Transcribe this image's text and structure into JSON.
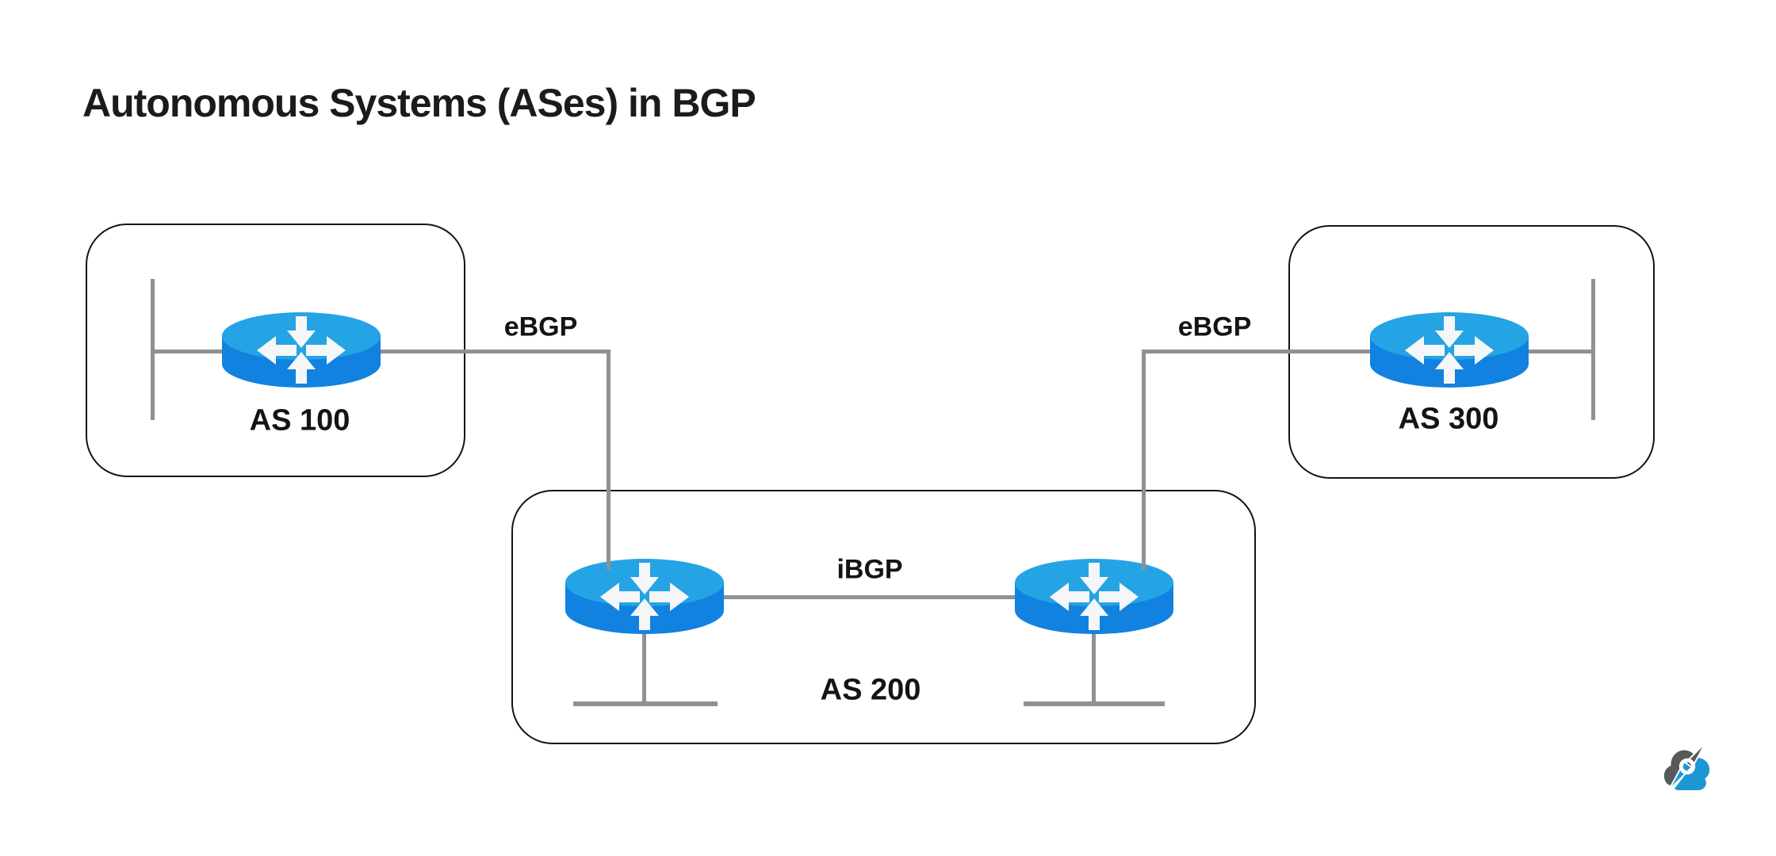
{
  "title": "Autonomous Systems (ASes) in BGP",
  "diagram": {
    "type": "network-topology",
    "labels": {
      "as100": "AS 100",
      "as200": "AS 200",
      "as300": "AS 300",
      "ebgp_left": "eBGP",
      "ebgp_right": "eBGP",
      "ibgp": "iBGP"
    },
    "autonomous_systems": [
      {
        "name": "AS 100",
        "routers": 1,
        "lan_segments": 1
      },
      {
        "name": "AS 200",
        "routers": 2,
        "lan_segments": 2
      },
      {
        "name": "AS 300",
        "routers": 1,
        "lan_segments": 1
      }
    ],
    "links": [
      {
        "protocol": "eBGP",
        "from": "AS 100 router",
        "to": "AS 200 left router"
      },
      {
        "protocol": "iBGP",
        "from": "AS 200 left router",
        "to": "AS 200 right router"
      },
      {
        "protocol": "eBGP",
        "from": "AS 200 right router",
        "to": "AS 300 router"
      }
    ],
    "icons": {
      "router": "router-icon (blue cylinder with four white routing arrows)",
      "logo": "cloud-compass-logo"
    },
    "colors": {
      "router_top": "#24A4E4",
      "router_body": "#1182DF",
      "connector_line": "#8F9193",
      "box_border": "#141414",
      "text": "#141414",
      "logo_gray": "#58595B",
      "logo_blue": "#1E98D5",
      "background": "#FFFFFF"
    }
  }
}
